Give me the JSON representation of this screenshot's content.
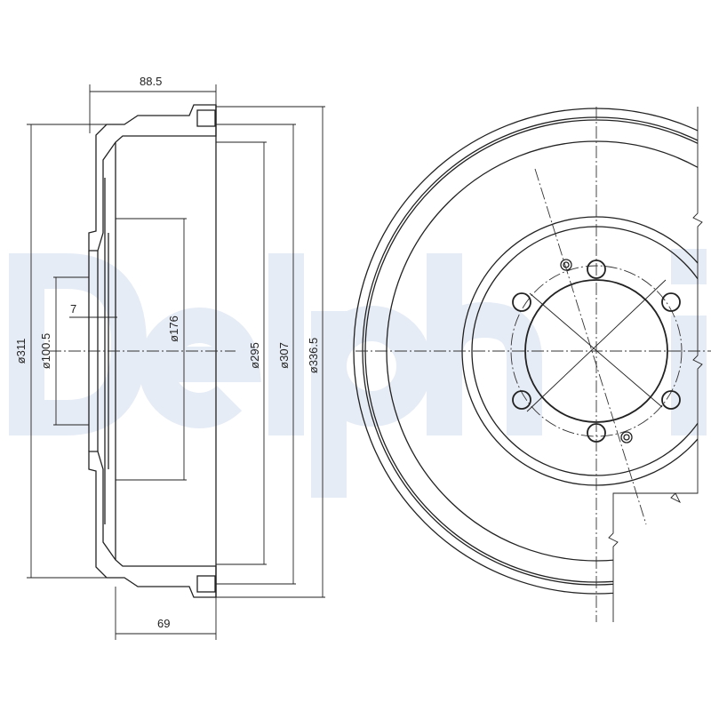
{
  "watermark": {
    "text": "Delphi",
    "color": "#e6ecf5"
  },
  "side_view": {
    "dimensions": {
      "overall_width": "88.5",
      "inner_depth": "69",
      "flange_thickness": "7",
      "d_outer_flange": "ø311",
      "d_center_bore": "ø100.5",
      "d_bolt_region": "ø176",
      "d_braking_surface": "ø295",
      "d_rim": "ø307",
      "d_outer": "ø336.5"
    }
  },
  "front_view": {
    "bolt_holes": 6,
    "studs": 2
  },
  "line_color": "#222222"
}
